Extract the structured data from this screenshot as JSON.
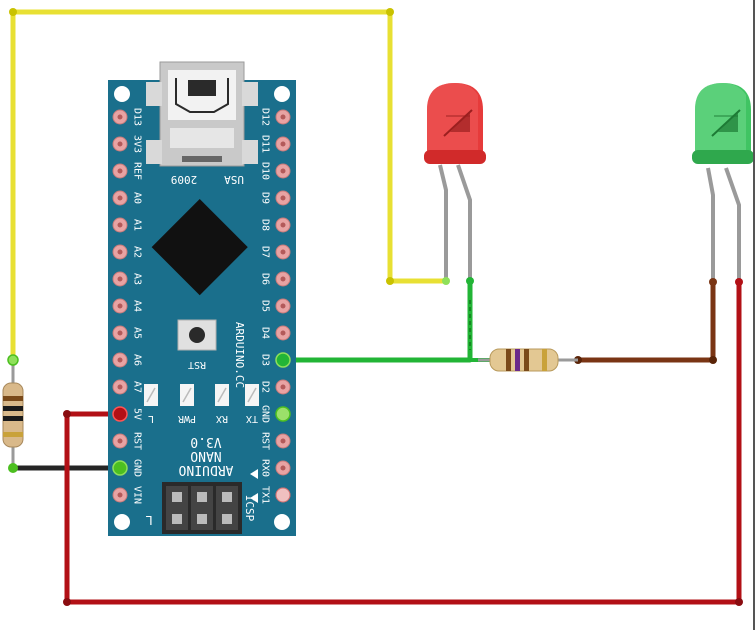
{
  "board": {
    "name_line1": "ARDUINO",
    "name_line2": "NANO",
    "name_line3": "V3.0",
    "site": "ARDUINO.CC",
    "year": "2009",
    "country": "USA",
    "icsp": "ICSP",
    "rst_button": "RST",
    "leds": [
      "L",
      "PWR",
      "RX",
      "TX"
    ],
    "left_pins": [
      "D13",
      "3V3",
      "REF",
      "A0",
      "A1",
      "A2",
      "A3",
      "A4",
      "A5",
      "A6",
      "A7",
      "5V",
      "RST",
      "GND",
      "VIN"
    ],
    "right_pins": [
      "D12",
      "D11",
      "D10",
      "D9",
      "D8",
      "D7",
      "D6",
      "D5",
      "D4",
      "D3",
      "D2",
      "GND",
      "RST",
      "RX0",
      "TX1"
    ]
  },
  "colors": {
    "board": "#1a6f8c",
    "wire_yellow": "#e8e033",
    "wire_green": "#22b536",
    "wire_red": "#b21016",
    "wire_brown": "#7a3514",
    "wire_black": "#252525",
    "led_red": "#e63b3b",
    "led_green": "#40c463"
  },
  "components": {
    "led_left": "red",
    "led_right": "green",
    "resistors": 2
  }
}
